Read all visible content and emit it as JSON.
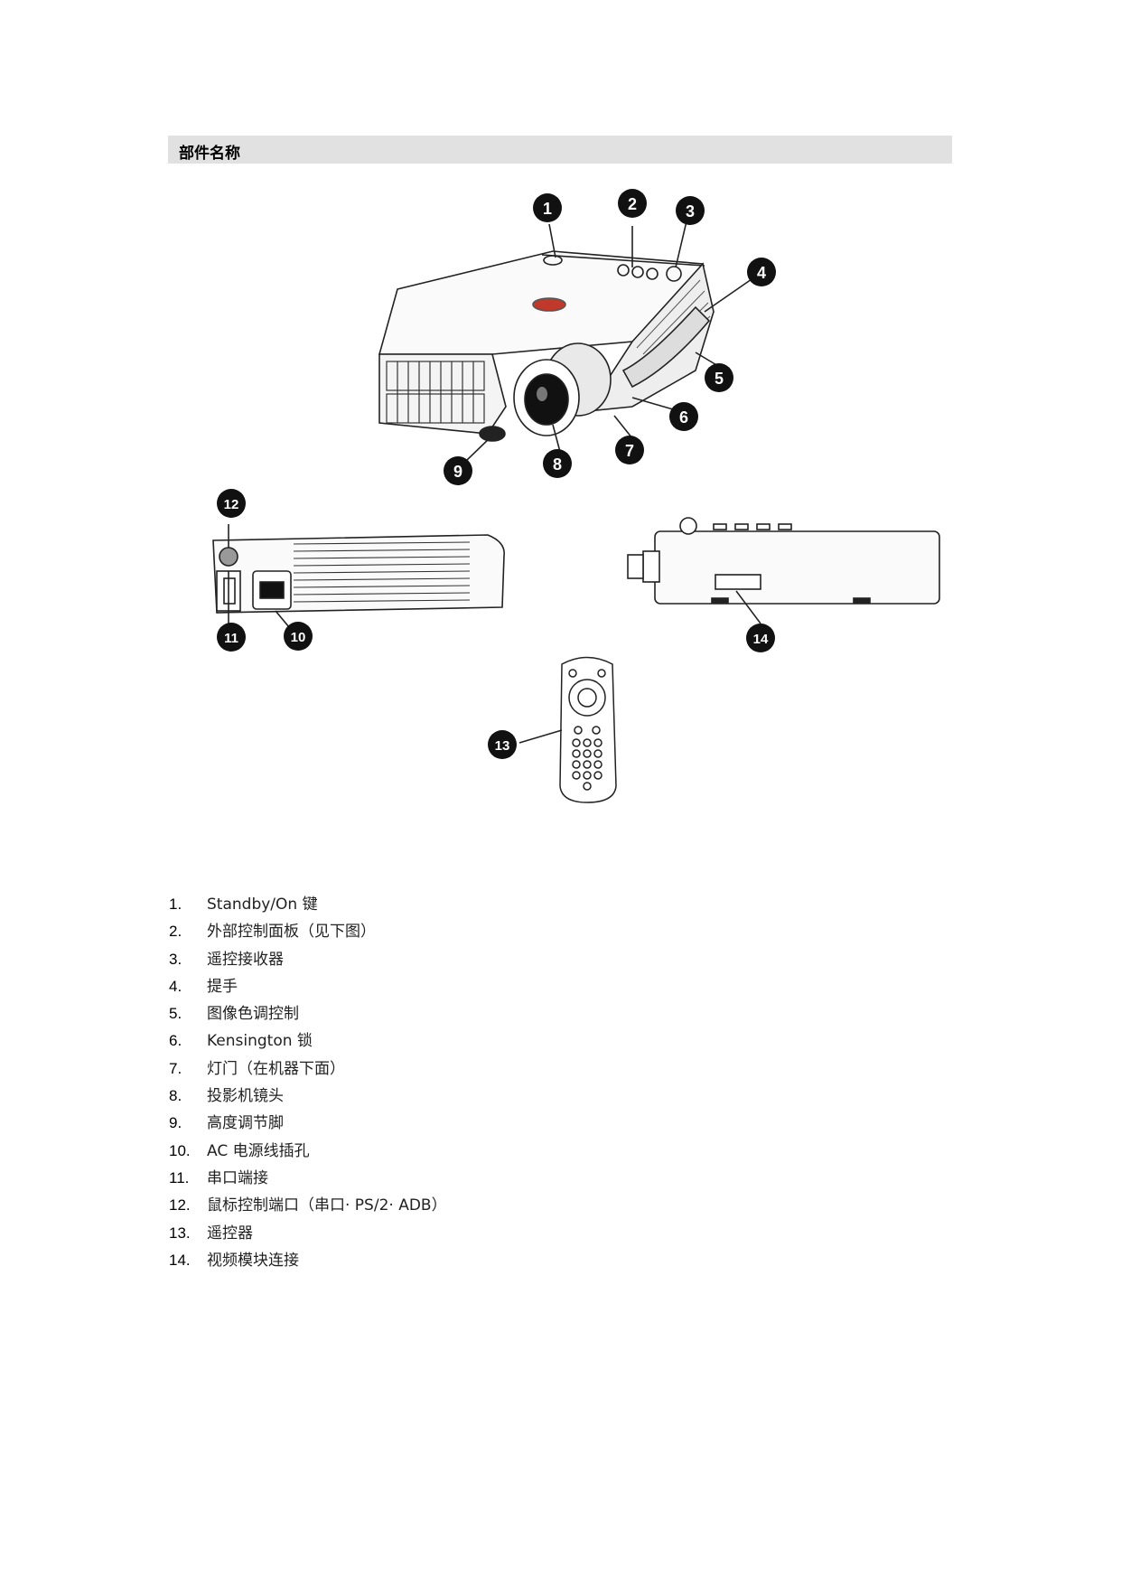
{
  "section": {
    "title": "部件名称"
  },
  "callouts": [
    "1",
    "2",
    "3",
    "4",
    "5",
    "6",
    "7",
    "8",
    "9",
    "10",
    "11",
    "12",
    "13",
    "14"
  ],
  "parts": [
    {
      "num": "1.",
      "text": "Standby/On 键"
    },
    {
      "num": "2.",
      "text": "外部控制面板（见下图）"
    },
    {
      "num": "3.",
      "text": "遥控接收器"
    },
    {
      "num": "4.",
      "text": "提手"
    },
    {
      "num": "5.",
      "text": "图像色调控制"
    },
    {
      "num": "6.",
      "text": "Kensington 锁"
    },
    {
      "num": "7.",
      "text": "灯门（在机器下面）"
    },
    {
      "num": "8.",
      "text": "投影机镜头"
    },
    {
      "num": "9.",
      "text": "高度调节脚"
    },
    {
      "num": "10.",
      "text": "AC 电源线插孔"
    },
    {
      "num": "11.",
      "text": "串口端接"
    },
    {
      "num": "12.",
      "text": "鼠标控制端口（串口· PS/2· ADB）"
    },
    {
      "num": "13.",
      "text": "遥控器"
    },
    {
      "num": "14.",
      "text": "视频模块连接"
    }
  ]
}
